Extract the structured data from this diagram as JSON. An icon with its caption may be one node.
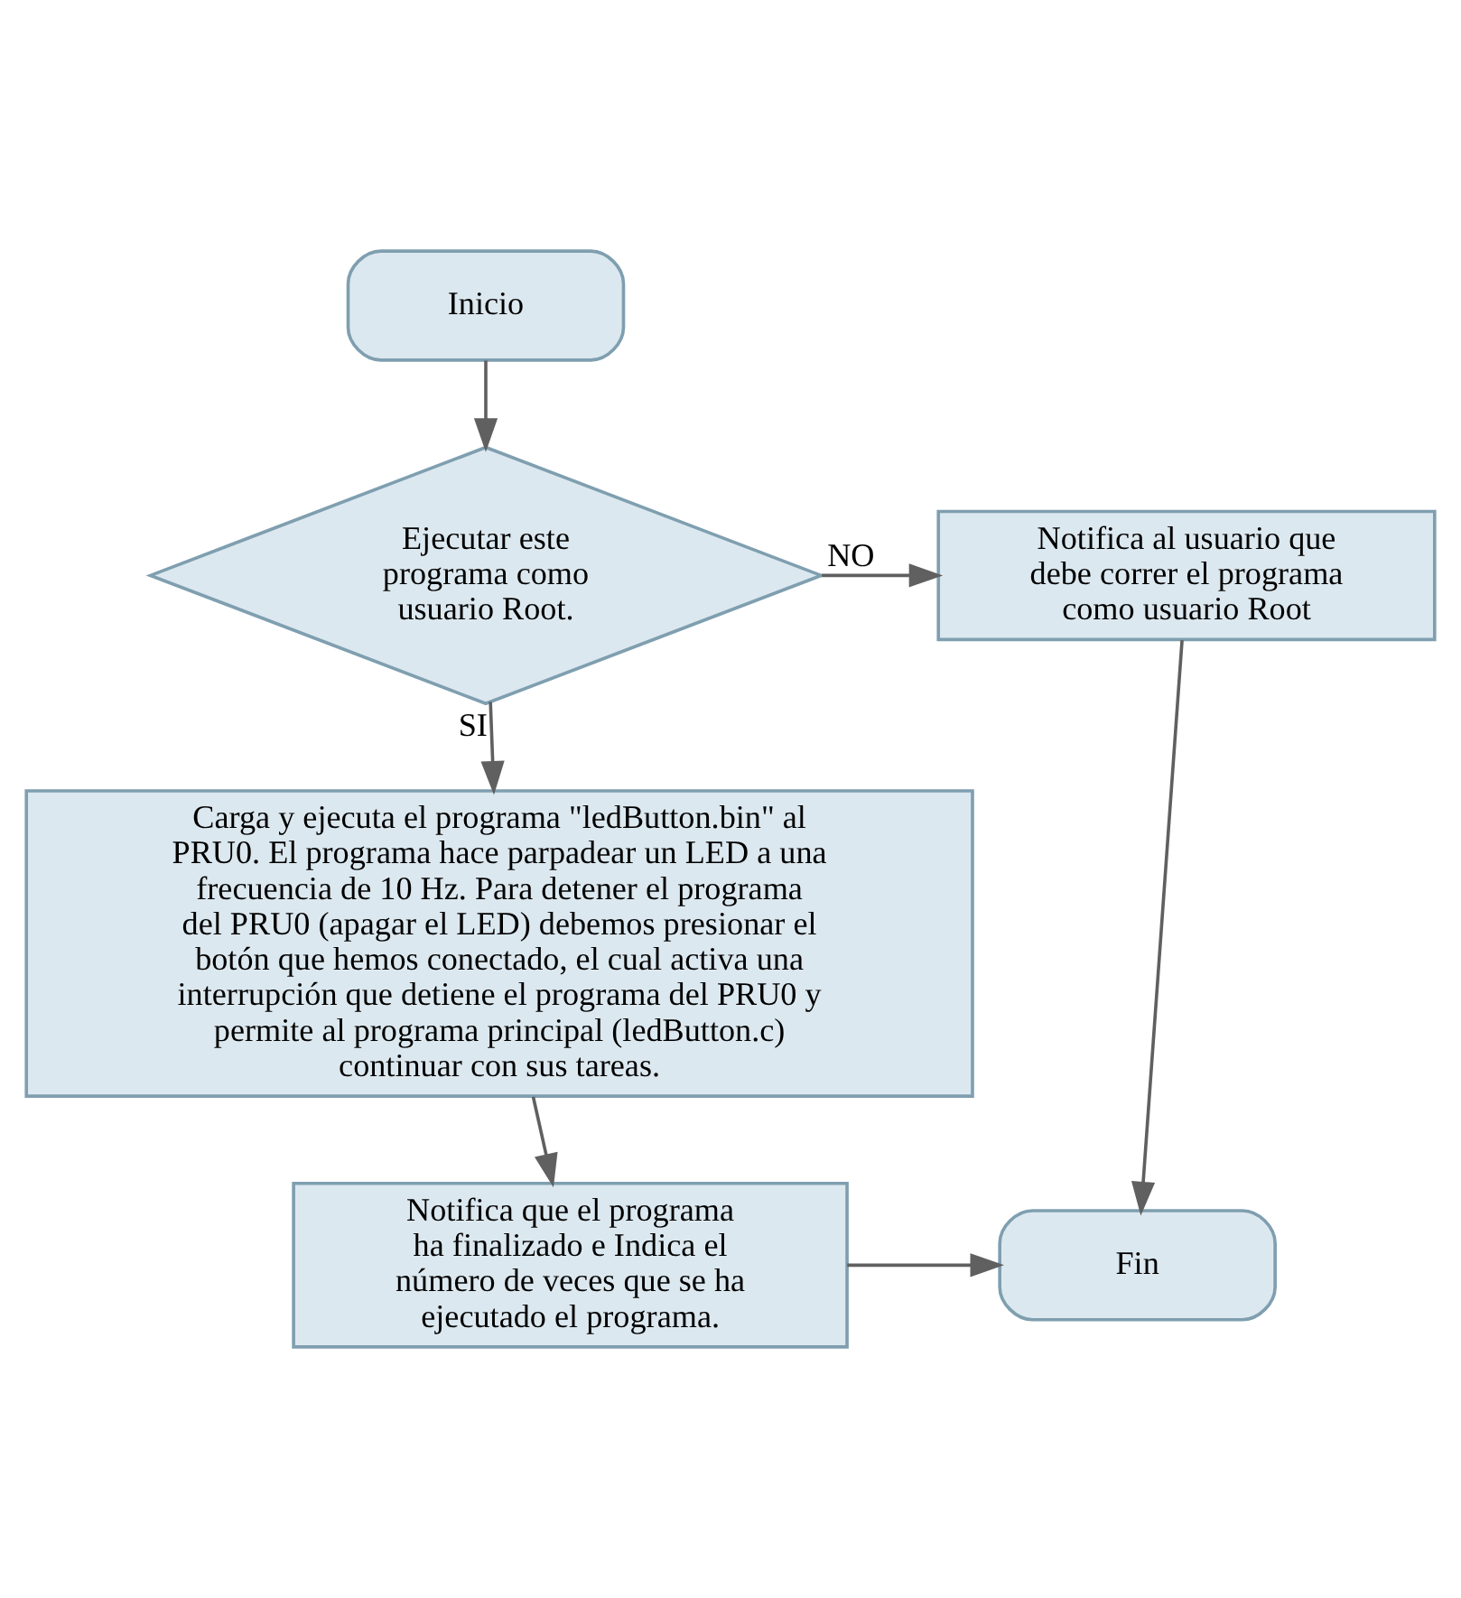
{
  "diagram": {
    "nodes": [
      {
        "text": [
          "Inicio"
        ]
      },
      {
        "text": [
          "Ejecutar este programa como usuario Root."
        ]
      },
      {
        "text": [
          "Notifica al usuario que debe correr el programa como usuario Root"
        ]
      },
      {
        "text": [
          "Carga y ejecuta el programa \"ledButton.bin\" al PRU0. El programa hace parpadear un LED a una frecuencia de 10 Hz. Para detener el programa del PRU0 (apagar el LED) debemos presionar el botón que hemos conectado, el cual activa una interrupción que detiene el programa del PRU0 y permite al programa principal (ledButton.c) continuar con sus tareas."
        ]
      },
      {
        "text": [
          "Notifica que el programa ha finalizado e Indica el número de veces que se ha ejecutado el programa."
        ]
      },
      {
        "text": [
          "Fin"
        ]
      }
    ],
    "edges": [
      {
        "from": 0,
        "to": 1,
        "arrow": "to"
      },
      {
        "from": 1,
        "to": 2,
        "arrow": "to",
        "label": "NO"
      },
      {
        "from": 1,
        "to": 3,
        "arrow": "to",
        "label": "SI"
      },
      {
        "from": 3,
        "to": 4,
        "arrow": "to"
      },
      {
        "from": 2,
        "to": 5,
        "arrow": "to"
      },
      {
        "from": 4,
        "to": 5,
        "arrow": "to"
      }
    ]
  }
}
